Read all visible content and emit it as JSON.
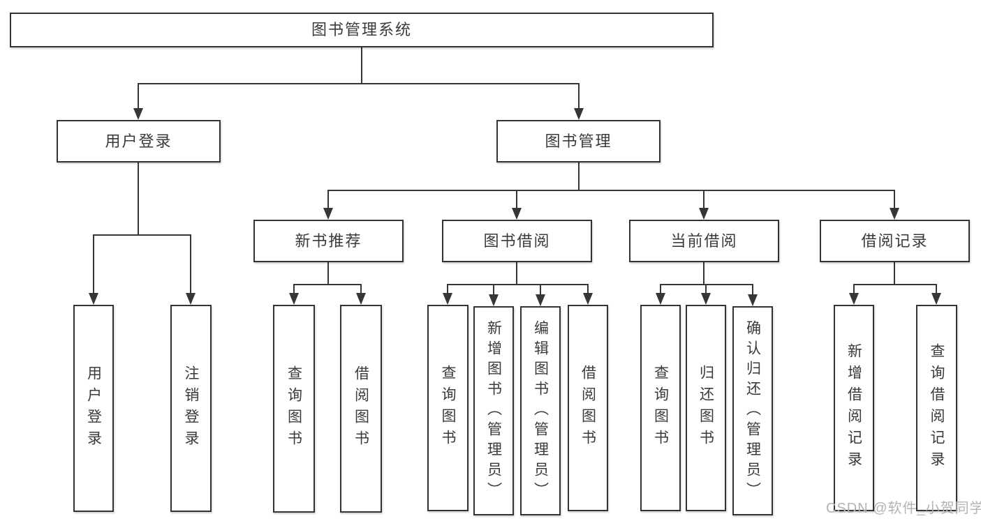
{
  "title": "图书管理系统",
  "level2": {
    "user_login": "用户登录",
    "book_management": "图书管理"
  },
  "level3": {
    "new_book_recommendation": "新书推荐",
    "book_borrowing": "图书借阅",
    "current_borrowing": "当前借阅",
    "borrowing_records": "借阅记录"
  },
  "level4": {
    "user_login": "用户登录",
    "logout": "注销登录",
    "recommend_query_books": "查询图书",
    "recommend_borrow_books": "借阅图书",
    "borrow_query_books": "查询图书",
    "borrow_add_books_admin": "新增图书（管理员）",
    "borrow_edit_books_admin": "编辑图书（管理员）",
    "borrow_borrow_books": "借阅图书",
    "current_query_books": "查询图书",
    "current_return_books": "归还图书",
    "current_confirm_return_admin": "确认归还（管理员）",
    "records_add_record": "新增借阅记录",
    "records_query_record": "查询借阅记录"
  },
  "watermark": "CSDN @软件_小贺同学",
  "colors": {
    "line": "#363636",
    "box_border": "#333333",
    "text": "#3a3a3a",
    "watermark": "#b7b1b1",
    "background": "#ffffff"
  }
}
